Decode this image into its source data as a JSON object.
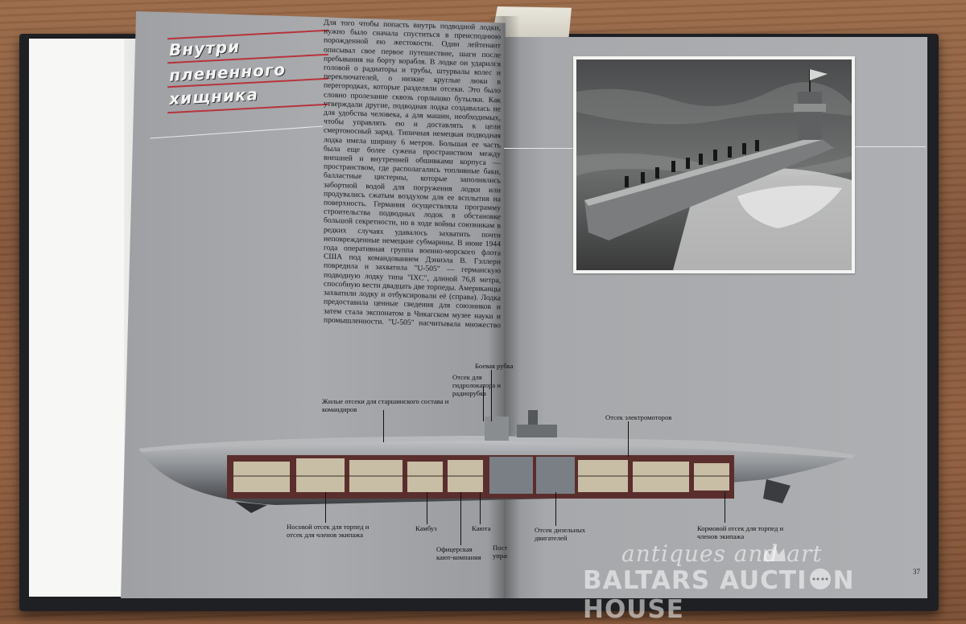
{
  "title_lines": [
    "Внутри",
    "плененного",
    "хищника"
  ],
  "article_text": "Для того чтобы попасть внутрь подводной лодки, нужно было сначала спуститься в преисподнюю порожденной ею жестокости. Один лейтенант описывал свое первое путешествие, шаги после пребывания на борту корабля. В лодке он ударился головой о радиаторы и трубы, штурвалы колес и переключателей, о низкие круглые люки в перегородках, которые разделяли отсеки. Это было словно пролезание сквозь горлышко бутылки. Как утверждали другие, подводная лодка создавалась не для удобства человека, а для машин, необходимых, чтобы управлять ею и доставлять к цели смертоносный заряд. Типичная немецкая подводная лодка имела ширину 6 метров. Большая ее часть была еще более сужена пространством между внешней и внутренней обшивками корпуса — пространством, где располагались топливные баки, балластные цистерны, которые заполнялись забортной водой для погружения лодки или продувались сжатым воздухом для ее всплытия на поверхность. Германия осуществляла программу строительства подводных лодок в обстановке большой секретности, но в ходе войны союзникам в редких случаях удавалось захватить почти неповрежденные немецкие субмарины. В июне 1944 года оперативная группа военно-морского флота США под командованием Дэниэла В. Гэллери повредила и захватила \"U-505\" — германскую подводную лодку типа \"IXC\", длиной 76,8 метра, способную вести двадцать две торпеды. Американцы захватили лодку и отбуксировали её (справа). Лодка предоставила ценные сведения для союзников и затем стала экспонатом в Чикагском музее науки и промышленности. \"U-505\" насчитывала множество отсеков (внизу), соединённых люками, которые могли герметически закрываться в экстренных случаях. Отсеки для торпед в носовой и кормовой частях корабля служили с кубриками для матросов. Пространство под этими отсеками занимали кают-компания офицеров, камбуз, отсек гидролокатора, радиорубка, пост управления, а также отсеки дизельных двигателей и электромоторов, которые использовались для плавания в подводном положении.",
  "labels": {
    "conning_tower": "Боевая рубка",
    "sonar_radio": "Отсек для гидролокатора и радиорубка",
    "living_quarters": "Жилые отсеки для старшинского состава и командиров",
    "electric_motors": "Отсек электромоторов",
    "bow_torpedo": "Носовой отсек для торпед и отсек для членов экипажа",
    "galley": "Камбуз",
    "officers_wardroom": "Офицерская кают-компания",
    "captain_cabin": "Каюта командира",
    "control_room": "Пост управления",
    "diesel_engines": "Отсек дизельных двигателей",
    "stern_torpedo": "Кормовой отсек для торпед и членов экипажа"
  },
  "page_number": "37",
  "watermark": {
    "top": "antiques and art",
    "bottom_before": "BALTARS AUCTI",
    "bottom_after": "N HOUSE"
  },
  "colors": {
    "accent_red": "#b8333b",
    "page_gray": "#a8aaad"
  }
}
